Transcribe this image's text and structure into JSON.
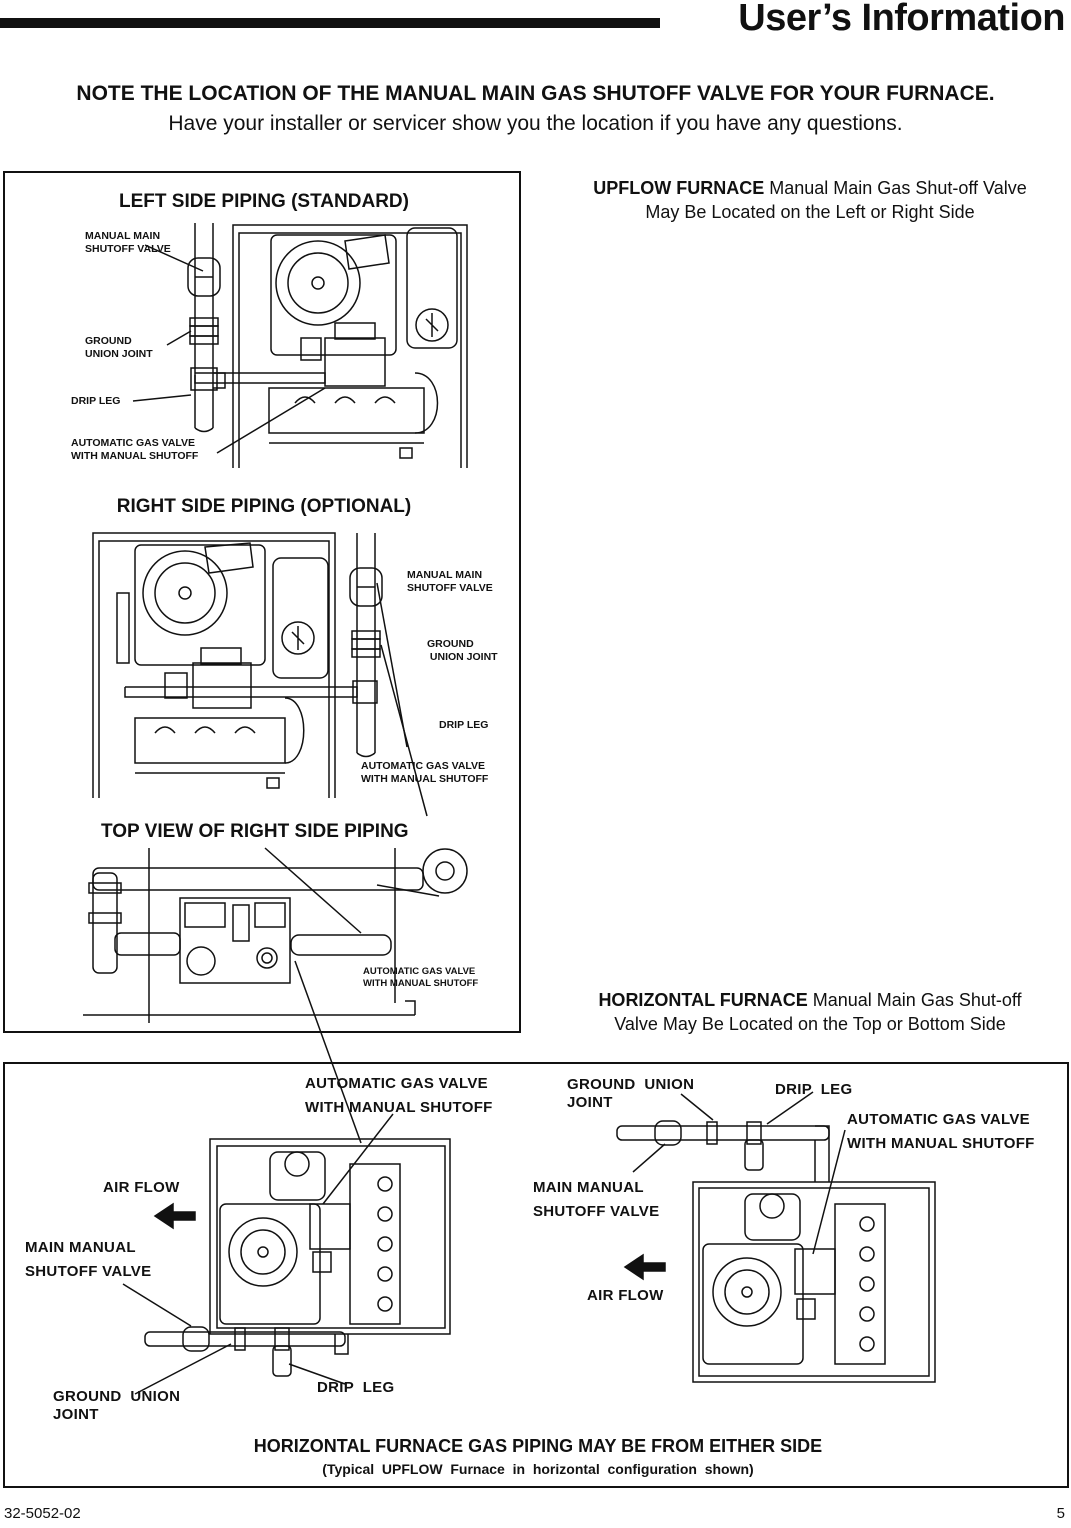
{
  "header": {
    "title": "User’s Information"
  },
  "note": {
    "main": "NOTE THE LOCATION OF THE MANUAL MAIN GAS SHUTOFF VALVE FOR YOUR FURNACE.",
    "sub": "Have your installer or servicer show you the location if you have any questions."
  },
  "upflow_panel": {
    "left_title": "LEFT SIDE PIPING (STANDARD)",
    "right_title": "RIGHT SIDE PIPING (OPTIONAL)",
    "top_title": "TOP VIEW OF RIGHT SIDE PIPING",
    "left_labels": {
      "manual_valve": "MANUAL MAIN\nSHUTOFF VALVE",
      "union": "GROUND\nUNION JOINT",
      "drip": "DRIP LEG",
      "auto_valve": "AUTOMATIC GAS VALVE\nWITH MANUAL SHUTOFF"
    },
    "right_labels": {
      "manual_valve": "MANUAL MAIN\nSHUTOFF VALVE",
      "union": "GROUND\n UNION JOINT",
      "drip": "DRIP LEG",
      "auto_valve": "AUTOMATIC GAS VALVE\nWITH MANUAL SHUTOFF"
    },
    "top_labels": {
      "auto_valve": "AUTOMATIC GAS VALVE\nWITH MANUAL SHUTOFF"
    }
  },
  "captions": {
    "upflow_bold": "UPFLOW FURNACE",
    "upflow_rest": " Manual Main Gas Shut-off Valve",
    "upflow_line2": "May Be Located on the Left or Right Side",
    "horizontal_bold": "HORIZONTAL FURNACE",
    "horizontal_rest": " Manual Main Gas Shut-off",
    "horizontal_line2": "Valve May Be Located on the Top or Bottom Side"
  },
  "horizontal_panel": {
    "left": {
      "auto_valve": "AUTOMATIC GAS VALVE\nWITH MANUAL SHUTOFF",
      "air_flow": "AIR FLOW",
      "manual_valve": "MAIN MANUAL\nSHUTOFF VALVE",
      "union": "GROUND  UNION\nJOINT",
      "drip": "DRIP  LEG"
    },
    "right": {
      "union": "GROUND  UNION\nJOINT",
      "drip": "DRIP  LEG",
      "auto_valve": "AUTOMATIC GAS VALVE\nWITH MANUAL SHUTOFF",
      "manual_valve": "MAIN MANUAL\nSHUTOFF VALVE",
      "air_flow": "AIR FLOW"
    },
    "title": "HORIZONTAL FURNACE GAS PIPING MAY BE FROM EITHER SIDE",
    "subtitle": "(Typical  UPFLOW  Furnace  in  horizontal  configuration  shown)"
  },
  "footer": {
    "doc_number": "32-5052-02",
    "page_number": "5"
  }
}
